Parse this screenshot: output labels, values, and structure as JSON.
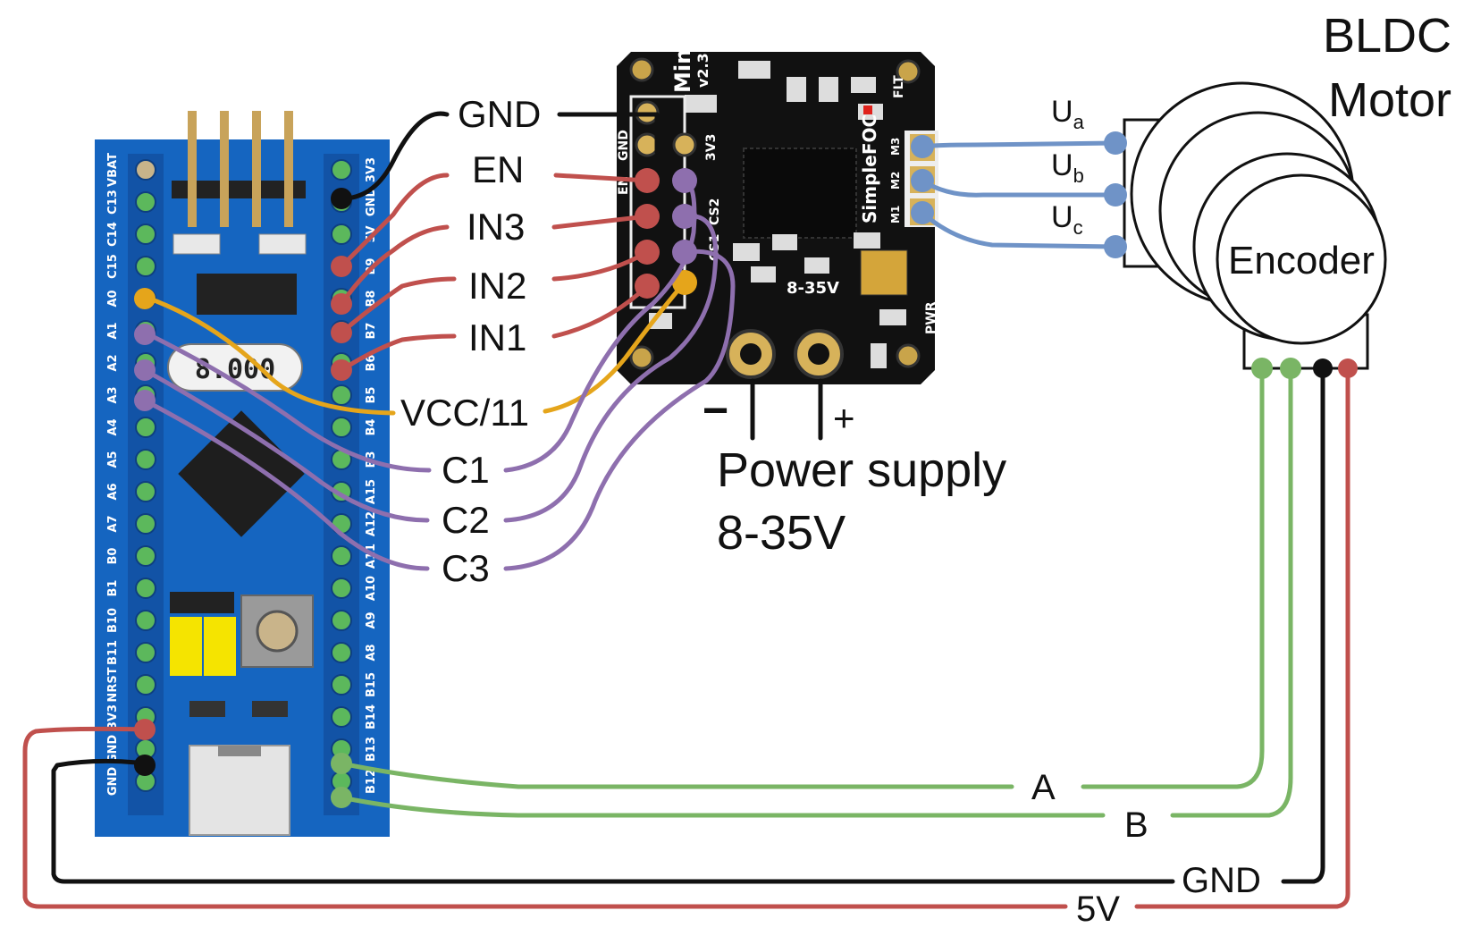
{
  "colors": {
    "board_blue": "#1565c0",
    "pcb_black": "#111111",
    "wire_red": "#c0504d",
    "wire_purple": "#8e6fae",
    "wire_orange": "#e5a51b",
    "wire_blue": "#6f93c7",
    "wire_green": "#7ab565",
    "wire_black": "#111111",
    "pin_green": "#5cb85c"
  },
  "motor": {
    "title_line1": "BLDC",
    "title_line2": "Motor",
    "encoder_label": "Encoder",
    "phase_a": "U",
    "phase_a_sub": "a",
    "phase_b": "U",
    "phase_b_sub": "b",
    "phase_c": "U",
    "phase_c_sub": "c"
  },
  "driver_wires": {
    "gnd": "GND",
    "en": "EN",
    "in3": "IN3",
    "in2": "IN2",
    "in1": "IN1",
    "vcc": "VCC/11",
    "c1": "C1",
    "c2": "C2",
    "c3": "C3"
  },
  "power": {
    "minus": "−",
    "plus": "+",
    "line1": "Power supply",
    "line2": "8-35V"
  },
  "encoder_wires": {
    "a": "A",
    "b": "B",
    "gnd": "GND",
    "v5": "5V"
  },
  "driver_board": {
    "name": "SimpleFOC",
    "model": "Mini",
    "version": "v2.3",
    "voltage": "8-35V",
    "flt": "FLT",
    "pwr": "PWR",
    "v3v3": "3V3",
    "gnd": "GND",
    "en": "EN",
    "cs1": "CS1",
    "cs2": "CS2",
    "m1": "M1",
    "m2": "M2",
    "m3": "M3"
  },
  "mcu_board": {
    "display_value": "8.000",
    "left_pins": [
      "VBAT",
      "C13",
      "C14",
      "C15",
      "A0",
      "A1",
      "A2",
      "A3",
      "A4",
      "A5",
      "A6",
      "A7",
      "B0",
      "B1",
      "B10",
      "B11",
      "NRST",
      "3V3",
      "GND",
      "GND"
    ],
    "right_pins": [
      "3V3",
      "GND",
      "5V",
      "B9",
      "B8",
      "B7",
      "B6",
      "B5",
      "B4",
      "B3",
      "A15",
      "A12",
      "A11",
      "A10",
      "A9",
      "A8",
      "B15",
      "B14",
      "B13",
      "B12"
    ]
  }
}
